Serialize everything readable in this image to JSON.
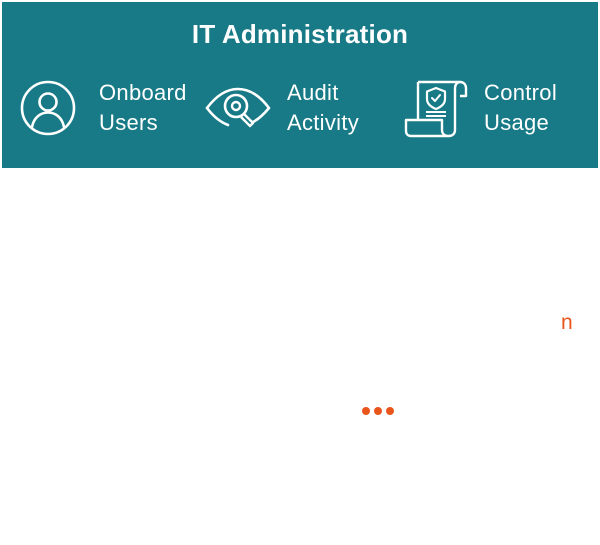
{
  "banner": {
    "title": "IT Administration",
    "background_color": "#177a86",
    "features": [
      {
        "icon": "user-circle-icon",
        "line1": "Onboard",
        "line2": "Users"
      },
      {
        "icon": "eye-magnifier-icon",
        "line1": "Audit",
        "line2": "Activity"
      },
      {
        "icon": "scroll-shield-icon",
        "line1": "Control",
        "line2": "Usage"
      }
    ]
  },
  "content": {
    "partial_text": "n",
    "loading_indicator": "loading-dots-icon",
    "accent_color": "#e8561c"
  }
}
